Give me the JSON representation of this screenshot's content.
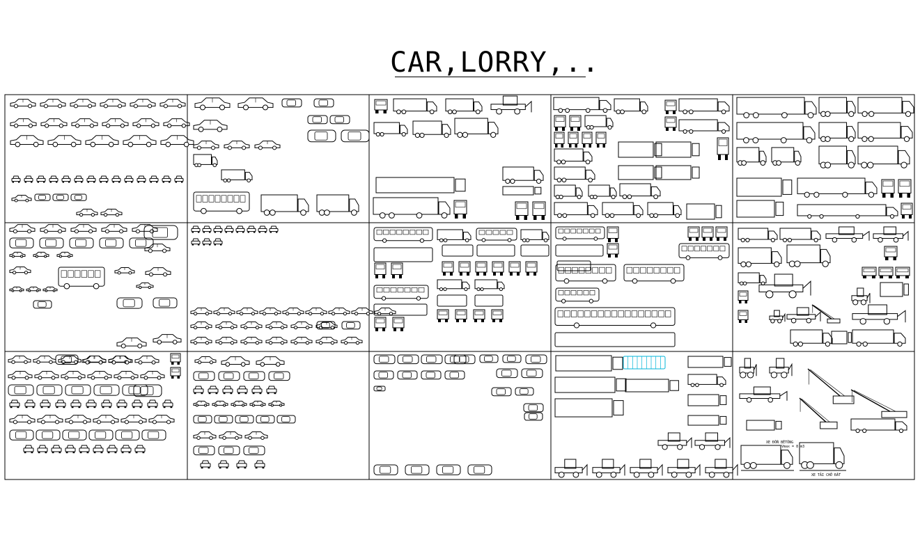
{
  "title": "CAR,LORRY,..",
  "labels": {
    "concrete_mixer_note": "XE ĐỔN BÊTÔNG",
    "concrete_mixer_volume": "Vmax = 8 m3",
    "dump_truck_note": "XE TẢI CHỞ ĐẤT"
  },
  "colors": {
    "line": "#000000",
    "highlight": "#00b4d8",
    "background": "#ffffff"
  },
  "panels": [
    {
      "row": 1,
      "col": 1,
      "content": "cars-side-and-front-views"
    },
    {
      "row": 1,
      "col": 2,
      "content": "pickups-vans-motorhomes"
    },
    {
      "row": 1,
      "col": 3,
      "content": "trucks-and-box-lorries"
    },
    {
      "row": 1,
      "col": 4,
      "content": "tankers-and-heavy-trucks"
    },
    {
      "row": 1,
      "col": 5,
      "content": "semi-trailers"
    },
    {
      "row": 2,
      "col": 1,
      "content": "cars-plan-views-and-bus"
    },
    {
      "row": 2,
      "col": 2,
      "content": "small-cars-side-views"
    },
    {
      "row": 2,
      "col": 3,
      "content": "buses-and-delivery-vans"
    },
    {
      "row": 2,
      "col": 4,
      "content": "coaches-and-trams"
    },
    {
      "row": 2,
      "col": 5,
      "content": "construction-trucks"
    },
    {
      "row": 3,
      "col": 1,
      "content": "cars-side-and-plan-views"
    },
    {
      "row": 3,
      "col": 2,
      "content": "classic-and-sports-cars"
    },
    {
      "row": 3,
      "col": 3,
      "content": "cars-plan-views"
    },
    {
      "row": 3,
      "col": 4,
      "content": "trucks-and-bulldozers"
    },
    {
      "row": 3,
      "col": 5,
      "content": "cranes-and-construction-machinery"
    }
  ]
}
